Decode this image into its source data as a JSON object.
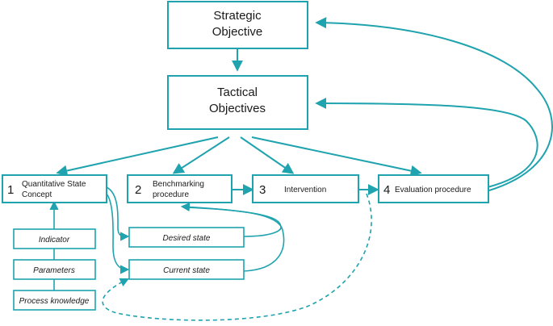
{
  "colors": {
    "accent": "#1fa3ae",
    "text": "#1a1a1a",
    "background": "#ffffff"
  },
  "nodes": {
    "strategic": {
      "line1": "Strategic",
      "line2": "Objective"
    },
    "tactical": {
      "line1": "Tactical",
      "line2": "Objectives"
    },
    "step1": {
      "number": "1",
      "line1": "Quantitative State",
      "line2": "Concept"
    },
    "step2": {
      "number": "2",
      "line1": "Benchmarking",
      "line2": "procedure"
    },
    "step3": {
      "number": "3",
      "label": "Intervention"
    },
    "step4": {
      "number": "4",
      "label": "Evaluation procedure"
    },
    "desired_state": {
      "label": "Desired state"
    },
    "current_state": {
      "label": "Current state"
    },
    "indicator": {
      "label": "Indicator"
    },
    "parameters": {
      "label": "Parameters"
    },
    "process_knowledge": {
      "label": "Process knowledge"
    }
  }
}
